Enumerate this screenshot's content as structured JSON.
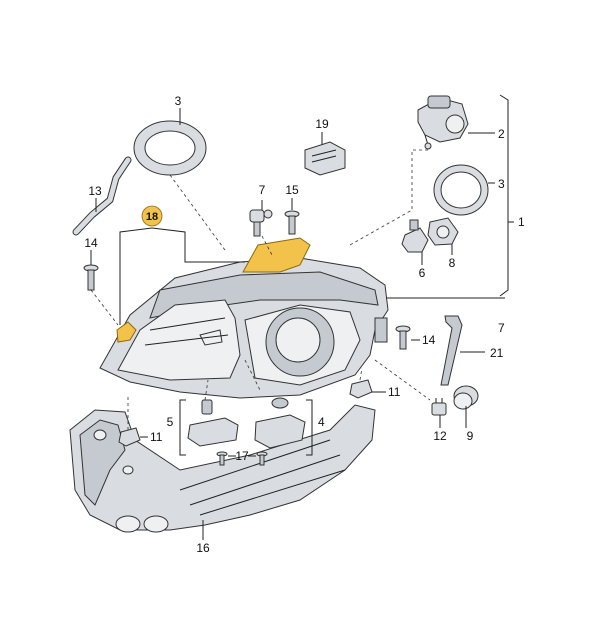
{
  "callouts": {
    "c1": "1",
    "c2": "2",
    "c3a": "3",
    "c3b": "3",
    "c4": "4",
    "c5": "5",
    "c6": "6",
    "c7a": "7",
    "c7b": "7",
    "c8": "8",
    "c9": "9",
    "c11a": "11",
    "c11b": "11",
    "c12": "12",
    "c13": "13",
    "c14a": "14",
    "c14b": "14",
    "c15": "15",
    "c16": "16",
    "c17": "17",
    "c18": "18",
    "c19": "19",
    "c21": "21"
  },
  "colors": {
    "highlight": "#f2c24a",
    "part_fill": "#d9dde1",
    "line": "#222222"
  }
}
